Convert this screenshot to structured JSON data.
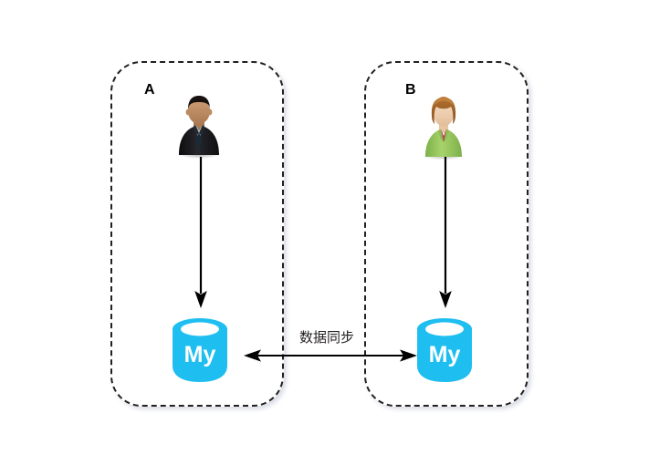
{
  "diagram": {
    "title": "数据同步",
    "background_color": "#ffffff",
    "zones": [
      {
        "id": "a",
        "label": "A",
        "border_color": "#231f20",
        "border_style": "dashed",
        "actor": {
          "icon": "businessman-avatar-icon",
          "description": "business man in dark suit with blue shirt"
        },
        "database": {
          "icon": "mysql-database-icon",
          "label": "My",
          "color": "#1EBEF0"
        },
        "flow": {
          "icon": "down-arrow-icon",
          "direction": "down",
          "color": "#000000"
        }
      },
      {
        "id": "b",
        "label": "B",
        "border_color": "#231f20",
        "border_style": "dashed",
        "actor": {
          "icon": "businesswoman-avatar-icon",
          "description": "business woman with green jacket"
        },
        "database": {
          "icon": "mysql-database-icon",
          "label": "My",
          "color": "#1EBEF0"
        },
        "flow": {
          "icon": "down-arrow-icon",
          "direction": "down",
          "color": "#000000"
        }
      }
    ],
    "connector": {
      "label": "数据同步",
      "icon": "double-headed-arrow-icon",
      "direction": "bidirectional",
      "color": "#000000"
    }
  }
}
